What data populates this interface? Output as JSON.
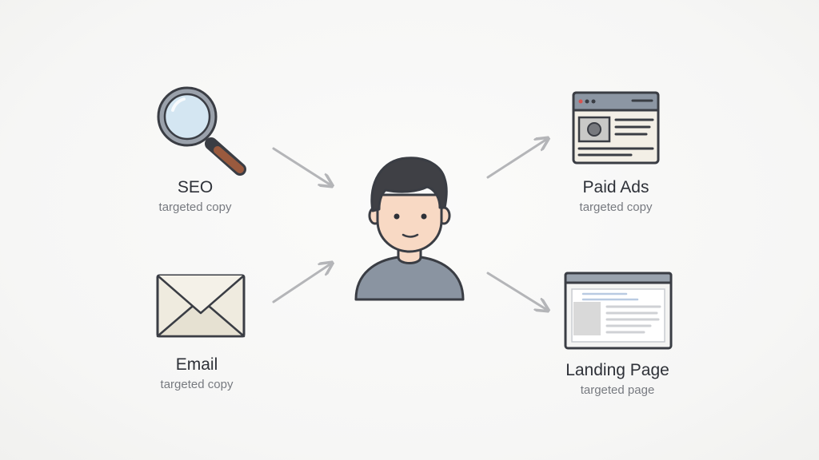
{
  "nodes": {
    "seo": {
      "title": "SEO",
      "subtitle": "targeted copy"
    },
    "email": {
      "title": "Email",
      "subtitle": "targeted copy"
    },
    "paid_ads": {
      "title": "Paid Ads",
      "subtitle": "targeted copy"
    },
    "landing_page": {
      "title": "Landing Page",
      "subtitle": "targeted page"
    }
  },
  "icons": {
    "seo": "magnifying-glass-icon",
    "email": "envelope-icon",
    "paid_ads": "ad-browser-window-icon",
    "landing_page": "landing-page-browser-icon",
    "center": "person-avatar-icon"
  },
  "colors": {
    "outline": "#3a3d44",
    "arrow": "#b4b5b8",
    "skin": "#f8d9c4",
    "hair": "#3f4045",
    "shirt": "#8a94a1",
    "lens": "#d4e6f2",
    "handle": "#9a5a3e",
    "envelope": "#efebdf",
    "browser_bar": "#8c96a3"
  }
}
